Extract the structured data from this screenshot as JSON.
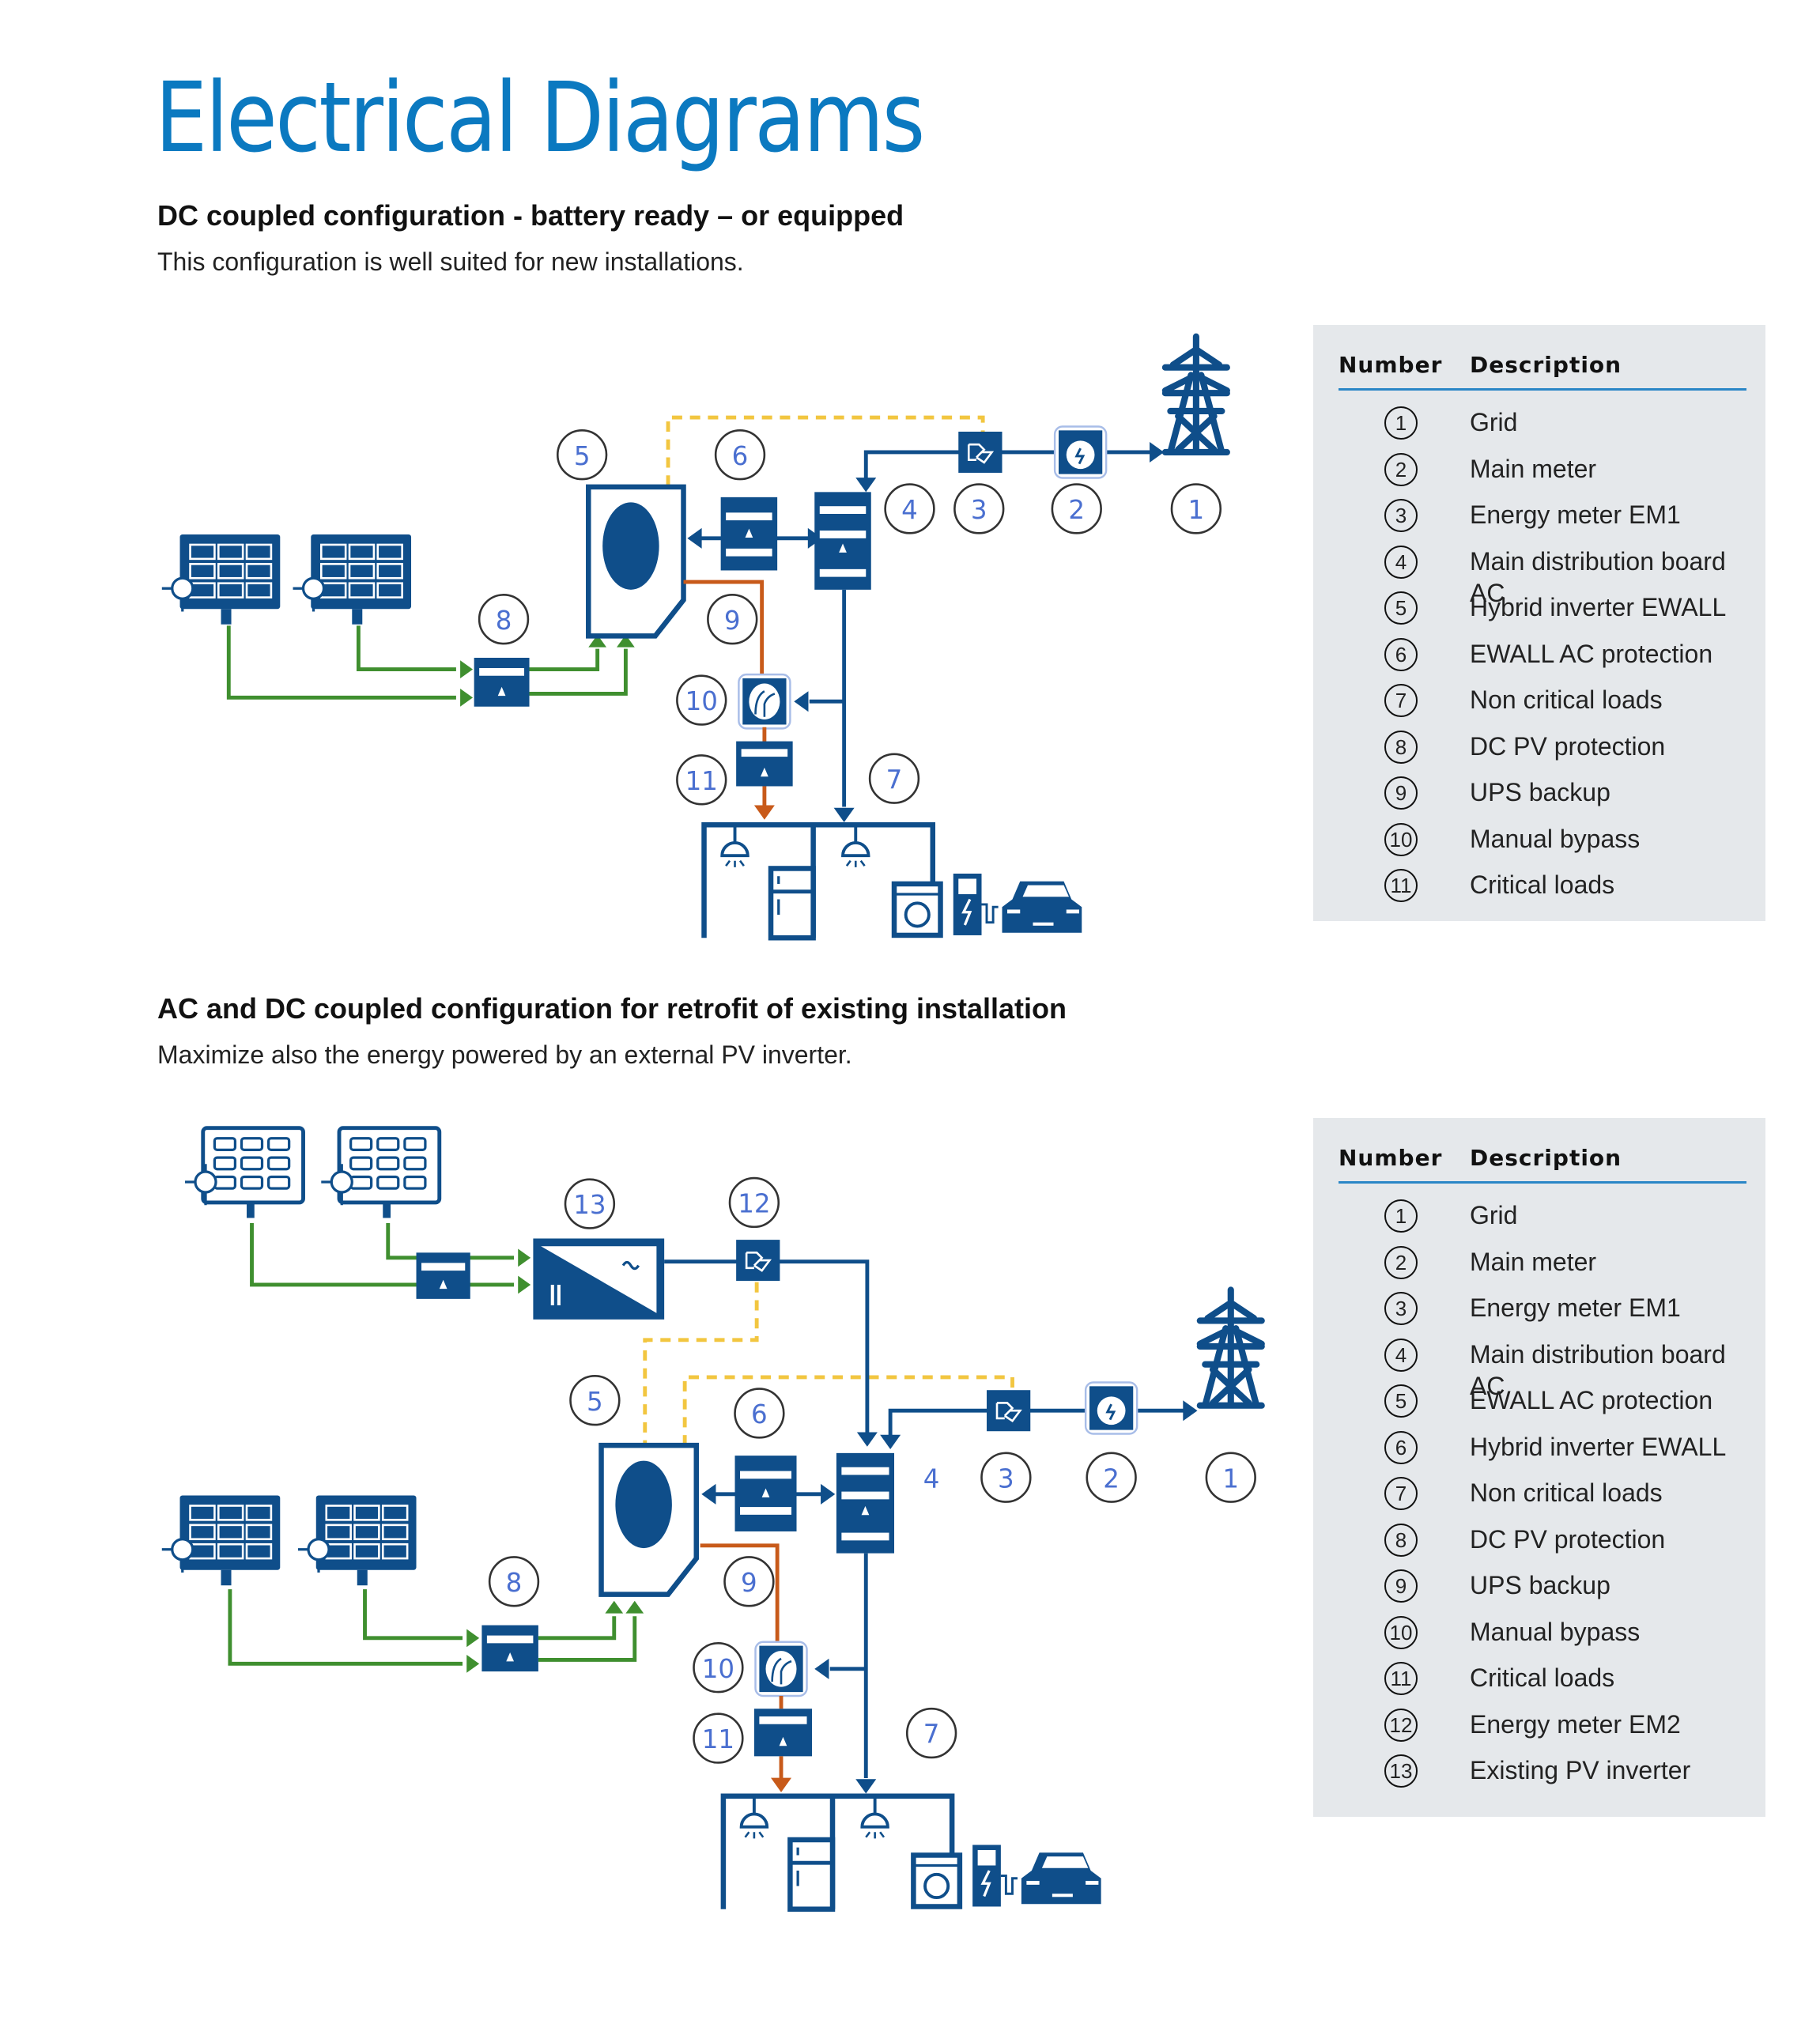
{
  "page": {
    "title": "Electrical Diagrams"
  },
  "colors": {
    "title_blue": "#0b79c0",
    "component_blue": "#0f4e8a",
    "pv_green": "#3f8f2f",
    "ups_orange": "#c85a1a",
    "comm_yellow": "#f2c640",
    "label_blue": "#4a6fd0",
    "legend_bg": "#e5e8eb",
    "legend_rule": "#2a86c6"
  },
  "sections": [
    {
      "title": "DC coupled configuration - battery ready – or equipped",
      "subtitle": "This configuration is well suited for new installations.",
      "legend": {
        "col_number": "Number",
        "col_description": "Description",
        "rows": [
          {
            "num": "1",
            "desc": "Grid"
          },
          {
            "num": "2",
            "desc": "Main meter"
          },
          {
            "num": "3",
            "desc": "Energy meter EM1"
          },
          {
            "num": "4",
            "desc": "Main distribution board AC"
          },
          {
            "num": "5",
            "desc": "Hybrid inverter EWALL"
          },
          {
            "num": "6",
            "desc": "EWALL AC protection"
          },
          {
            "num": "7",
            "desc": "Non critical loads"
          },
          {
            "num": "8",
            "desc": "DC PV protection"
          },
          {
            "num": "9",
            "desc": "UPS backup"
          },
          {
            "num": "10",
            "desc": "Manual bypass"
          },
          {
            "num": "11",
            "desc": "Critical loads"
          }
        ]
      },
      "diagram": {
        "labels": [
          "1",
          "2",
          "3",
          "4",
          "5",
          "6",
          "7",
          "8",
          "9",
          "10",
          "11"
        ],
        "components": [
          "grid-tower",
          "main-meter",
          "energy-meter-em1",
          "distribution-board",
          "hybrid-inverter",
          "ac-protection",
          "dc-pv-protection",
          "manual-bypass",
          "critical-loads-breaker",
          "pv-panel",
          "pv-panel",
          "load-lamp",
          "load-fridge",
          "load-lamp",
          "load-washing-machine",
          "load-ev-charger",
          "load-car"
        ]
      }
    },
    {
      "title": "AC and DC coupled configuration for retrofit of existing installation",
      "subtitle": "Maximize also the energy powered by an external PV inverter.",
      "legend": {
        "col_number": "Number",
        "col_description": "Description",
        "rows": [
          {
            "num": "1",
            "desc": "Grid"
          },
          {
            "num": "2",
            "desc": "Main meter"
          },
          {
            "num": "3",
            "desc": "Energy meter EM1"
          },
          {
            "num": "4",
            "desc": "Main distribution board AC"
          },
          {
            "num": "5",
            "desc": "EWALL AC protection"
          },
          {
            "num": "6",
            "desc": "Hybrid inverter EWALL"
          },
          {
            "num": "7",
            "desc": "Non critical loads"
          },
          {
            "num": "8",
            "desc": "DC PV protection"
          },
          {
            "num": "9",
            "desc": "UPS backup"
          },
          {
            "num": "10",
            "desc": "Manual bypass"
          },
          {
            "num": "11",
            "desc": "Critical loads"
          },
          {
            "num": "12",
            "desc": "Energy meter EM2"
          },
          {
            "num": "13",
            "desc": "Existing PV inverter"
          }
        ]
      },
      "diagram": {
        "labels": [
          "1",
          "2",
          "3",
          "4",
          "5",
          "6",
          "7",
          "8",
          "9",
          "10",
          "11",
          "12",
          "13"
        ],
        "components": [
          "grid-tower",
          "main-meter",
          "energy-meter-em1",
          "distribution-board",
          "hybrid-inverter",
          "ac-protection",
          "dc-pv-protection",
          "manual-bypass",
          "critical-loads-breaker",
          "energy-meter-em2",
          "existing-pv-inverter",
          "pv-panel",
          "pv-panel",
          "pv-panel",
          "pv-panel",
          "load-lamp",
          "load-fridge",
          "load-lamp",
          "load-washing-machine",
          "load-ev-charger",
          "load-car"
        ]
      }
    }
  ]
}
